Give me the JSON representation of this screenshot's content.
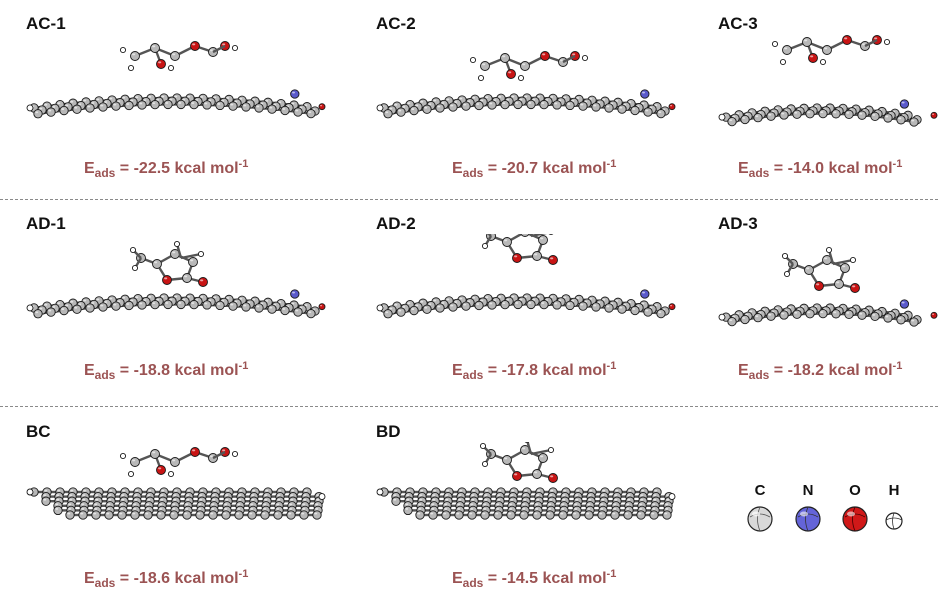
{
  "panels": [
    {
      "id": "AC-1",
      "label": "AC-1",
      "energy_value": "-22.5",
      "energy_unit": "kcal mol",
      "energy_exp": "-1",
      "energy_symbol": "E",
      "energy_sub": "ads"
    },
    {
      "id": "AC-2",
      "label": "AC-2",
      "energy_value": "-20.7",
      "energy_unit": "kcal mol",
      "energy_exp": "-1",
      "energy_symbol": "E",
      "energy_sub": "ads"
    },
    {
      "id": "AC-3",
      "label": "AC-3",
      "energy_value": "-14.0",
      "energy_unit": "kcal mol",
      "energy_exp": "-1",
      "energy_symbol": "E",
      "energy_sub": "ads"
    },
    {
      "id": "AD-1",
      "label": "AD-1",
      "energy_value": "-18.8",
      "energy_unit": "kcal mol",
      "energy_exp": "-1",
      "energy_symbol": "E",
      "energy_sub": "ads"
    },
    {
      "id": "AD-2",
      "label": "AD-2",
      "energy_value": "-17.8",
      "energy_unit": "kcal mol",
      "energy_exp": "-1",
      "energy_symbol": "E",
      "energy_sub": "ads"
    },
    {
      "id": "AD-3",
      "label": "AD-3",
      "energy_value": "-18.2",
      "energy_unit": "kcal mol",
      "energy_exp": "-1",
      "energy_symbol": "E",
      "energy_sub": "ads"
    },
    {
      "id": "BC",
      "label": "BC",
      "energy_value": "-18.6",
      "energy_unit": "kcal mol",
      "energy_exp": "-1",
      "energy_symbol": "E",
      "energy_sub": "ads"
    },
    {
      "id": "BD",
      "label": "BD",
      "energy_value": "-14.5",
      "energy_unit": "kcal mol",
      "energy_exp": "-1",
      "energy_symbol": "E",
      "energy_sub": "ads"
    }
  ],
  "legend": [
    {
      "symbol": "C",
      "color": "#d9d9d9"
    },
    {
      "symbol": "N",
      "color": "#6464d8"
    },
    {
      "symbol": "O",
      "color": "#d01818"
    },
    {
      "symbol": "H",
      "color": "#ffffff"
    }
  ],
  "colors": {
    "energy_text": "#9b5353",
    "carbon": "#b8b8b8",
    "nitrogen": "#5a5acc",
    "oxygen": "#c81414",
    "hydrogen": "#ffffff"
  }
}
